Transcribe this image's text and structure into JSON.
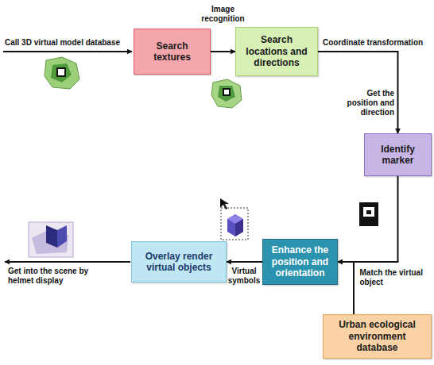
{
  "diagram": {
    "nodes": [
      {
        "text": [
          "Search textures"
        ]
      },
      {
        "text": [
          "Search locations and directions"
        ]
      },
      {
        "text": [
          "Identify marker"
        ]
      },
      {
        "text": [
          "Enhance the position and orientation"
        ]
      },
      {
        "text": [
          "Overlay render virtual objects"
        ]
      },
      {
        "text": [
          "Urban ecological environment database"
        ]
      }
    ],
    "edges": [
      {
        "from": 0,
        "to": 1,
        "label": "Image recognition",
        "arrow": "to"
      },
      {
        "from": 1,
        "to": 2,
        "label": "Coordinate transformation",
        "arrow": "to"
      },
      {
        "from": 2,
        "to": 3,
        "label": "Match the virtual object",
        "arrow": "to"
      },
      {
        "from": 5,
        "to": 3,
        "arrow": "to"
      },
      {
        "from": 3,
        "to": 4,
        "label": "Virtual symbols",
        "arrow": "to"
      }
    ],
    "labels": [
      "Call 3D virtual model database",
      "Get the position and direction",
      "Get into the scene by helmet display"
    ]
  }
}
